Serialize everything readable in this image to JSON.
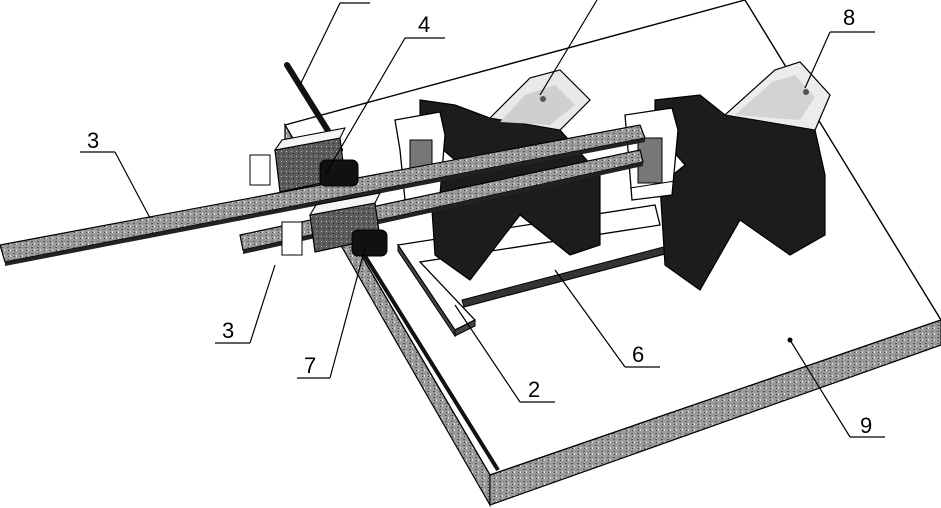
{
  "labels": {
    "l8": "8",
    "l4": "4",
    "l3_top": "3",
    "l3_bottom": "3",
    "l7": "7",
    "l6": "6",
    "l2": "2",
    "l9": "9"
  },
  "colors": {
    "ink": "#000000",
    "paper": "#ffffff",
    "shade_dark": "#2a2a2a",
    "shade_mid": "#8c8c8c",
    "shade_light": "#d9d9d9"
  }
}
